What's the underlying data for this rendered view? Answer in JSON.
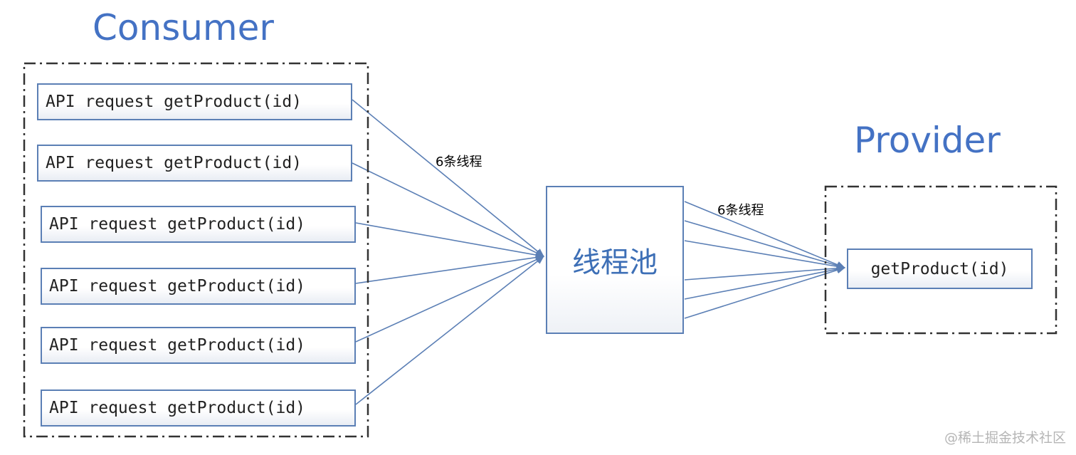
{
  "consumer": {
    "title": "Consumer",
    "requests": [
      "API request getProduct(id)",
      "API request getProduct(id)",
      "API request getProduct(id)",
      "API request getProduct(id)",
      "API request getProduct(id)",
      "API request getProduct(id)"
    ]
  },
  "thread_pool": {
    "label": "线程池",
    "incoming_label": "6条线程",
    "outgoing_label": "6条线程"
  },
  "provider": {
    "title": "Provider",
    "method": "getProduct(id)"
  },
  "watermark": "@稀土掘金技术社区",
  "colors": {
    "title": "#4472c4",
    "arrow": "#5b7fb5",
    "box_border": "#5b7fb5",
    "group_border": "#333333"
  }
}
